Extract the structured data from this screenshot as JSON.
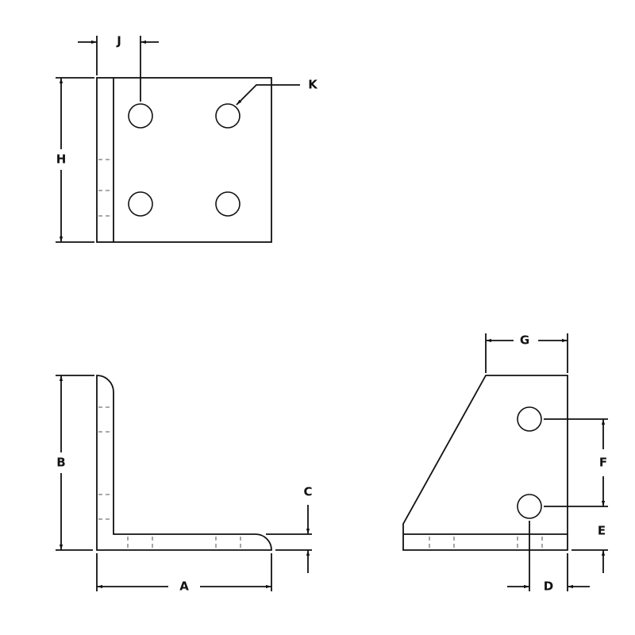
{
  "labels": {
    "A": "A",
    "B": "B",
    "C": "C",
    "D": "D",
    "E": "E",
    "F": "F",
    "G": "G",
    "H": "H",
    "J": "J",
    "K": "K"
  },
  "colors": {
    "line": "#111111",
    "hidden_line": "#777777",
    "background": "#ffffff"
  }
}
